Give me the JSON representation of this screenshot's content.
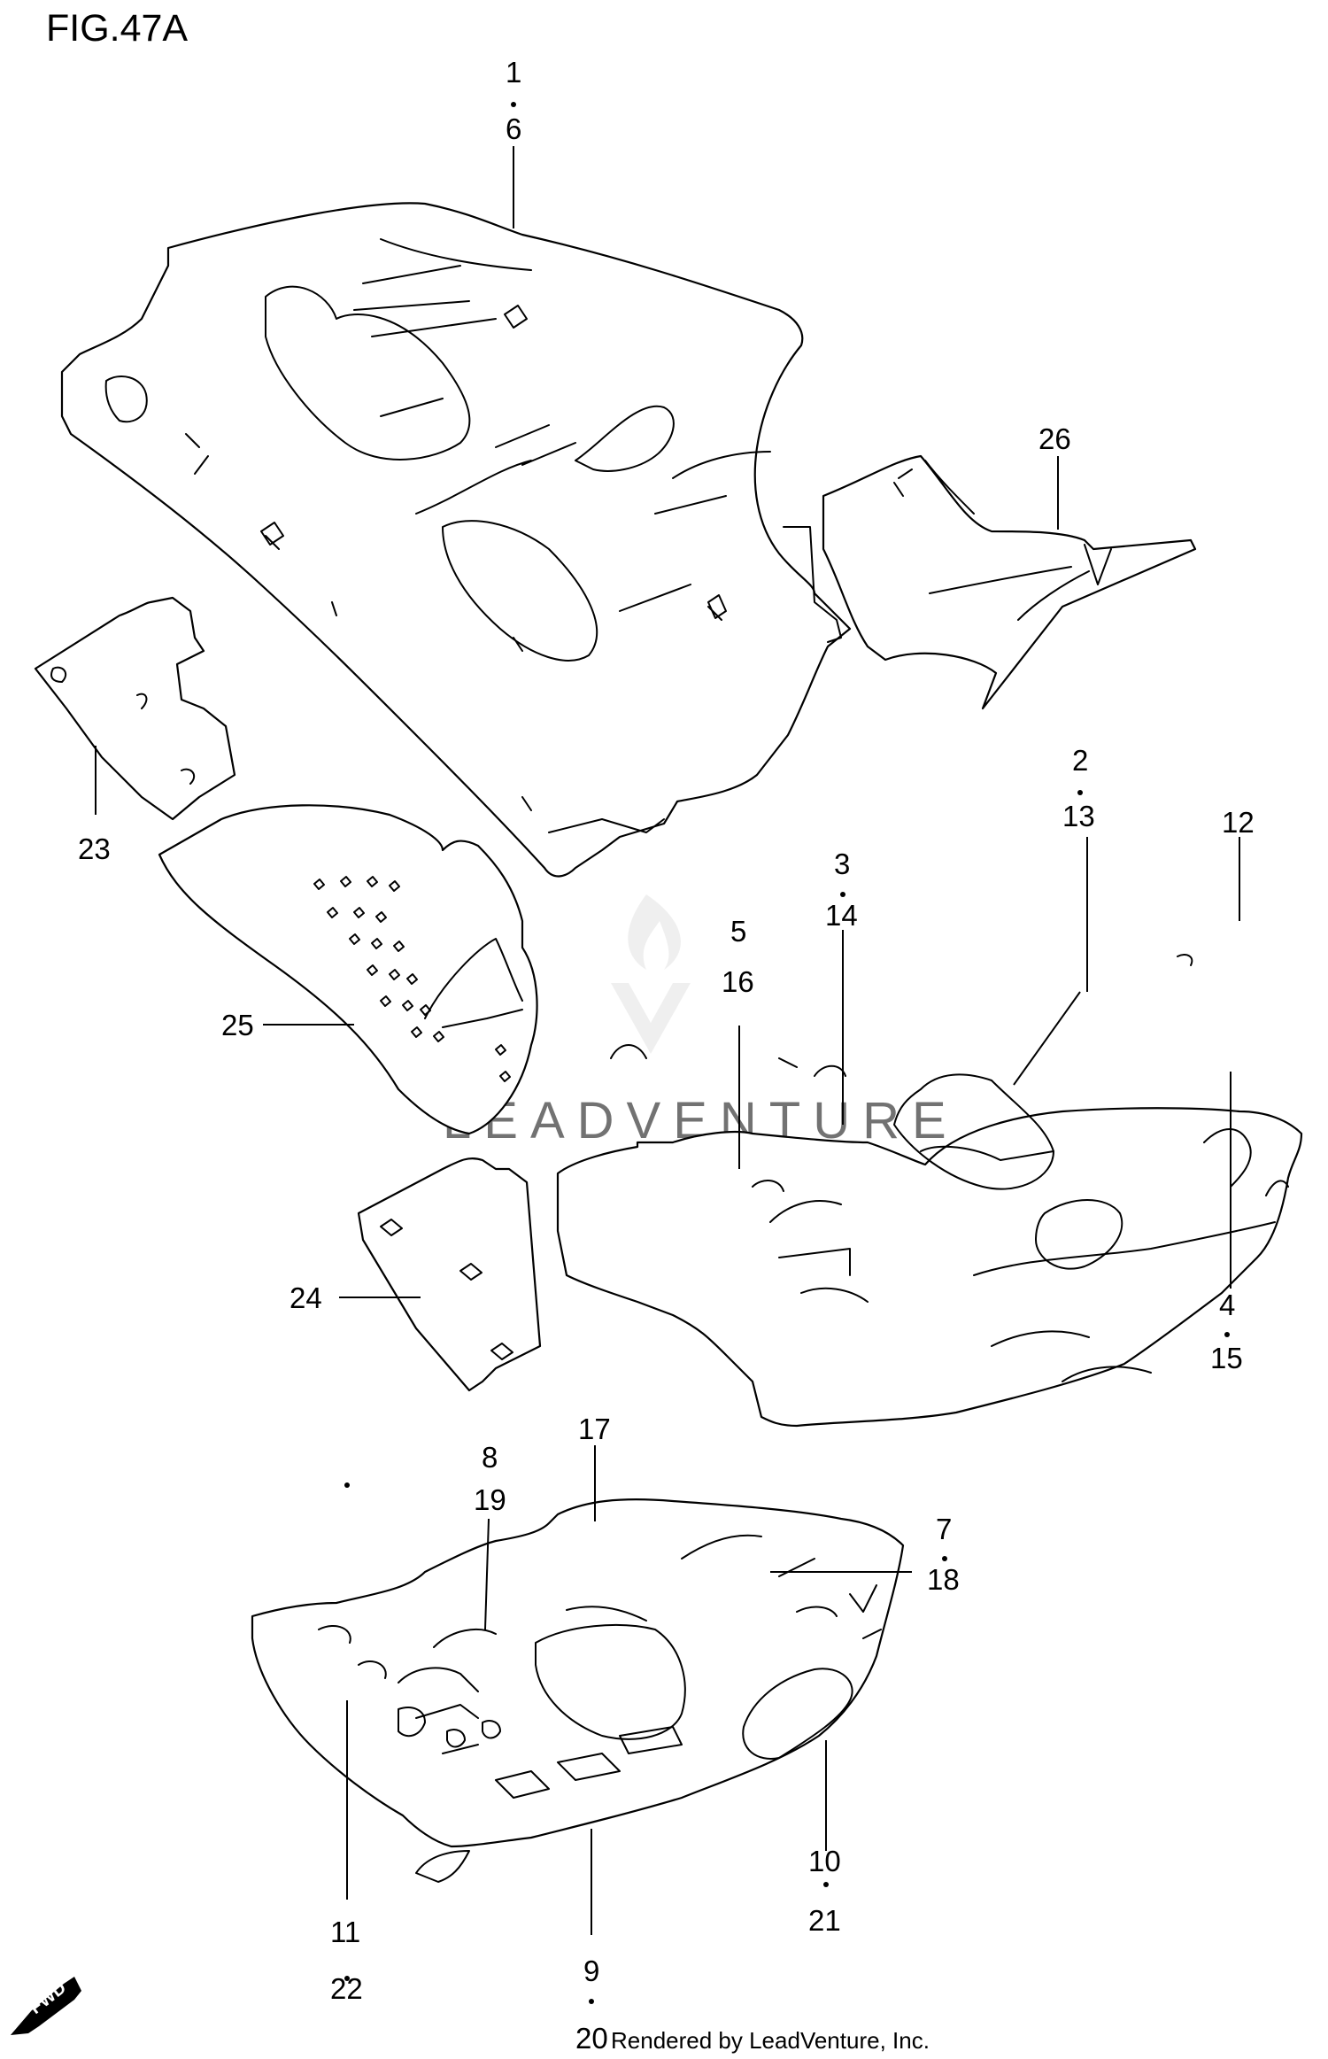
{
  "title": "FIG.47A",
  "footer": {
    "number": "20",
    "credit": "Rendered by LeadVenture, Inc."
  },
  "watermark": "LEADVENTURE",
  "fwd_label": "FWD",
  "callouts": {
    "c1": "1",
    "c6": "6",
    "c26": "26",
    "c23": "23",
    "c25": "25",
    "c24": "24",
    "c2": "2",
    "c13": "13",
    "c12": "12",
    "c3": "3",
    "c14": "14",
    "c5": "5",
    "c16": "16",
    "c4": "4",
    "c15": "15",
    "c8": "8",
    "c19": "19",
    "c17": "17",
    "c7": "7",
    "c18": "18",
    "c11": "11",
    "c22": "22",
    "c9": "9",
    "c10": "10",
    "c21": "21"
  }
}
